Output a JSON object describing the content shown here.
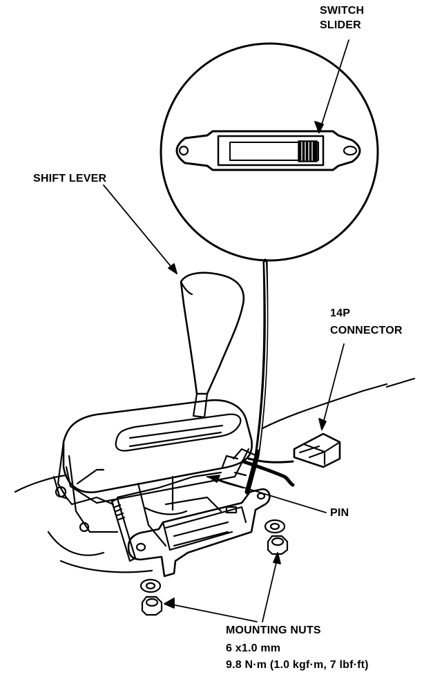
{
  "labels": {
    "switch_slider_1": "SWITCH",
    "switch_slider_2": "SLIDER",
    "shift_lever": "SHIFT LEVER",
    "connector_1": "14P",
    "connector_2": "CONNECTOR",
    "pin": "PIN",
    "mounting_nuts": "MOUNTING NUTS",
    "nut_size": "6 x1.0 mm",
    "torque": "9.8 N·m (1.0 kgf·m, 7 lbf·ft)"
  },
  "colors": {
    "ink": "#000000",
    "paper": "#ffffff"
  }
}
